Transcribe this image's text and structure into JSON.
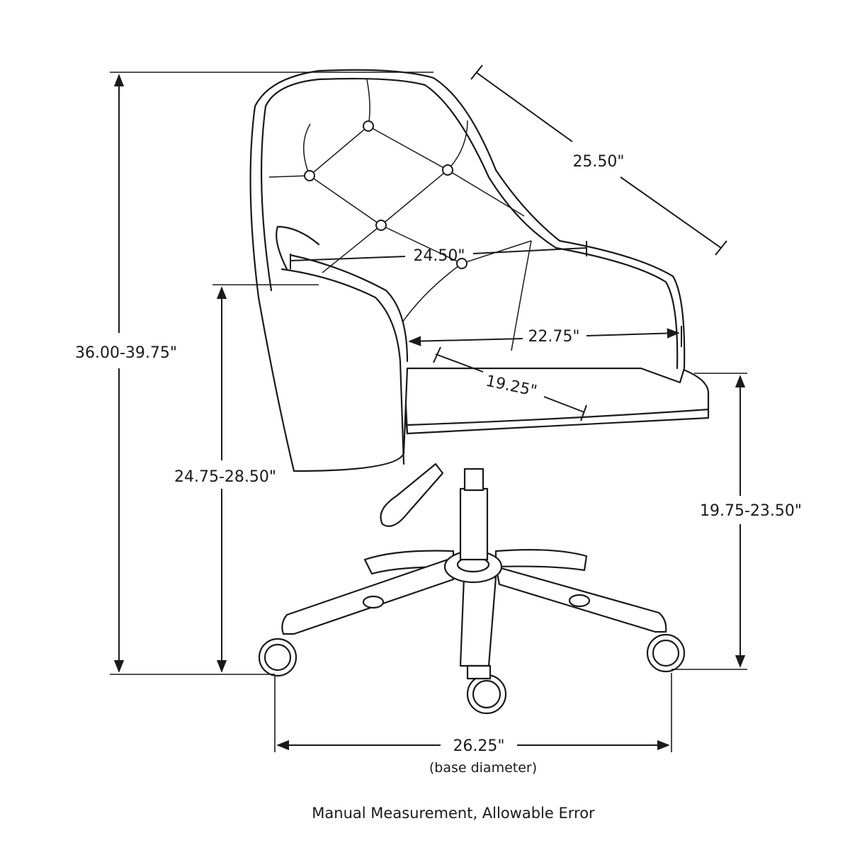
{
  "dimensions": {
    "overall_height": "36.00-39.75\"",
    "back_depth": "25.50\"",
    "back_width": "24.50\"",
    "seat_width": "22.75\"",
    "seat_depth": "19.25\"",
    "arm_height": "24.75-28.50\"",
    "seat_height": "19.75-23.50\"",
    "base_diameter": "26.25\"",
    "base_diameter_note": "(base diameter)"
  },
  "caption": "Manual Measurement, Allowable Error",
  "icons": {
    "chair": "office-chair-line-drawing"
  }
}
